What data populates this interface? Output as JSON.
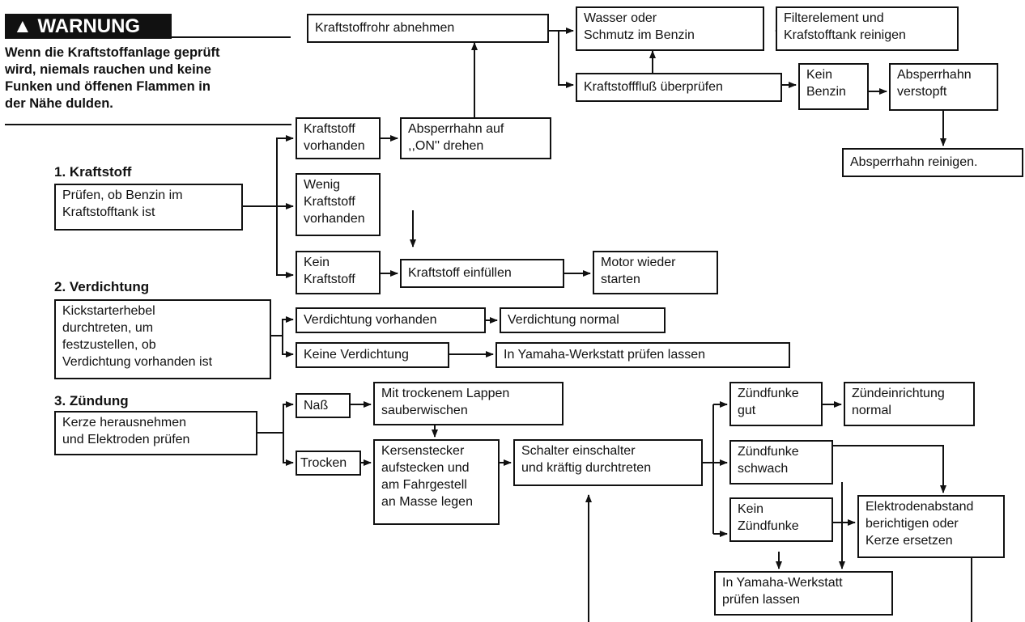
{
  "warning": {
    "symbol": "▲",
    "title": "WARNUNG",
    "text": "Wenn die Kraftstoffanlage geprüft\nwird, niemals rauchen und keine\nFunken und öffenen Flammen in\nder Nähe dulden."
  },
  "sections": {
    "fuel": "1.  Kraftstoff",
    "compression": "2.  Verdichtung",
    "ignition": "3.  Zündung"
  },
  "boxes": {
    "fuel_check": "Prüfen, ob Benzin im\nKraftstofftank ist",
    "fuel_present": "Kraftstoff\nvorhanden",
    "cock_on": "Absperrhahn auf\n,,ON'' drehen",
    "remove_pipe": "Kraftstoffrohr abnehmen",
    "water_dirt": "Wasser oder\nSchmutz im Benzin",
    "clean_filter": "Filterelement und\nKrafstofftank reinigen",
    "check_flow": "Kraftstofffluß überprüfen",
    "no_petrol": "Kein\nBenzin",
    "cock_clogged": "Absperrhahn\nverstopft",
    "clean_cock": "Absperrhahn reinigen.",
    "little_fuel": "Wenig\nKraftstoff\nvorhanden",
    "no_fuel": "Kein\nKraftstoff",
    "refill": "Kraftstoff einfüllen",
    "restart": "Motor wieder\nstarten",
    "kick": "Kickstarterhebel\ndurchtreten, um\nfestzustellen, ob\nVerdichtung vorhanden ist",
    "comp_present": "Verdichtung vorhanden",
    "comp_normal": "Verdichtung normal",
    "no_comp": "Keine Verdichtung",
    "yamaha_comp": "In Yamaha-Werkstatt prüfen lassen",
    "plug_remove": "Kerze herausnehmen\nund Elektroden prüfen",
    "wet": "Naß",
    "wipe": "Mit trockenem Lappen\nsauberwischen",
    "dry": "Trocken",
    "plug_cap": "Kersenstecker\naufstecken und\nam Fahrgestell\nan Masse legen",
    "switch_kick": "Schalter einschalter\nund kräftig durchtreten",
    "spark_good": "Zündfunke\ngut",
    "ign_normal": "Zündeinrichtung\nnormal",
    "spark_weak": "Zündfunke\nschwach",
    "no_spark": "Kein\nZündfunke",
    "electrode": "Elektrodenabstand\nberichtigen oder\nKerze ersetzen",
    "yamaha_ign": "In Yamaha-Werkstatt\nprüfen lassen"
  }
}
